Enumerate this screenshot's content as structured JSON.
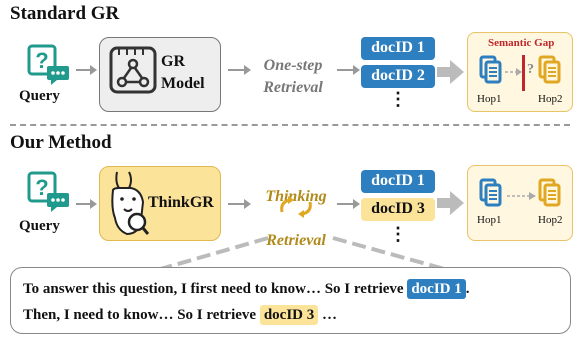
{
  "standard": {
    "title": "Standard GR",
    "query_label": "Query",
    "model_label": "GR Model",
    "retrieval_label": "One-step Retrieval",
    "docs": [
      "docID 1",
      "docID 2"
    ],
    "dots": "⋮",
    "gap_title": "Semantic Gap",
    "gap_mark": "?",
    "hop1": "Hop1",
    "hop2": "Hop2"
  },
  "ours": {
    "title": "Our Method",
    "query_label": "Query",
    "model_label": "ThinkGR",
    "retrieval_label": "Thinking Retrieval",
    "docs": [
      "docID 1",
      "docID 3"
    ],
    "dots": "⋮",
    "hop1": "Hop1",
    "hop2": "Hop2"
  },
  "bubble": {
    "line1_text": "To answer this question, I first need to know… So I retrieve",
    "line1_doc": "docID 1",
    "line1_end": ".",
    "line2_text": "Then, I need to know… So I retrieve",
    "line2_doc": "docID 3",
    "line2_end": "…"
  },
  "colors": {
    "accent_blue": "#2e7fc0",
    "accent_yellow": "#fbe39a",
    "query_teal": "#1f9a8c",
    "gap_red": "#c0272d",
    "panel_bg": "#fff7df",
    "thinking_gold": "#b08a1a"
  }
}
